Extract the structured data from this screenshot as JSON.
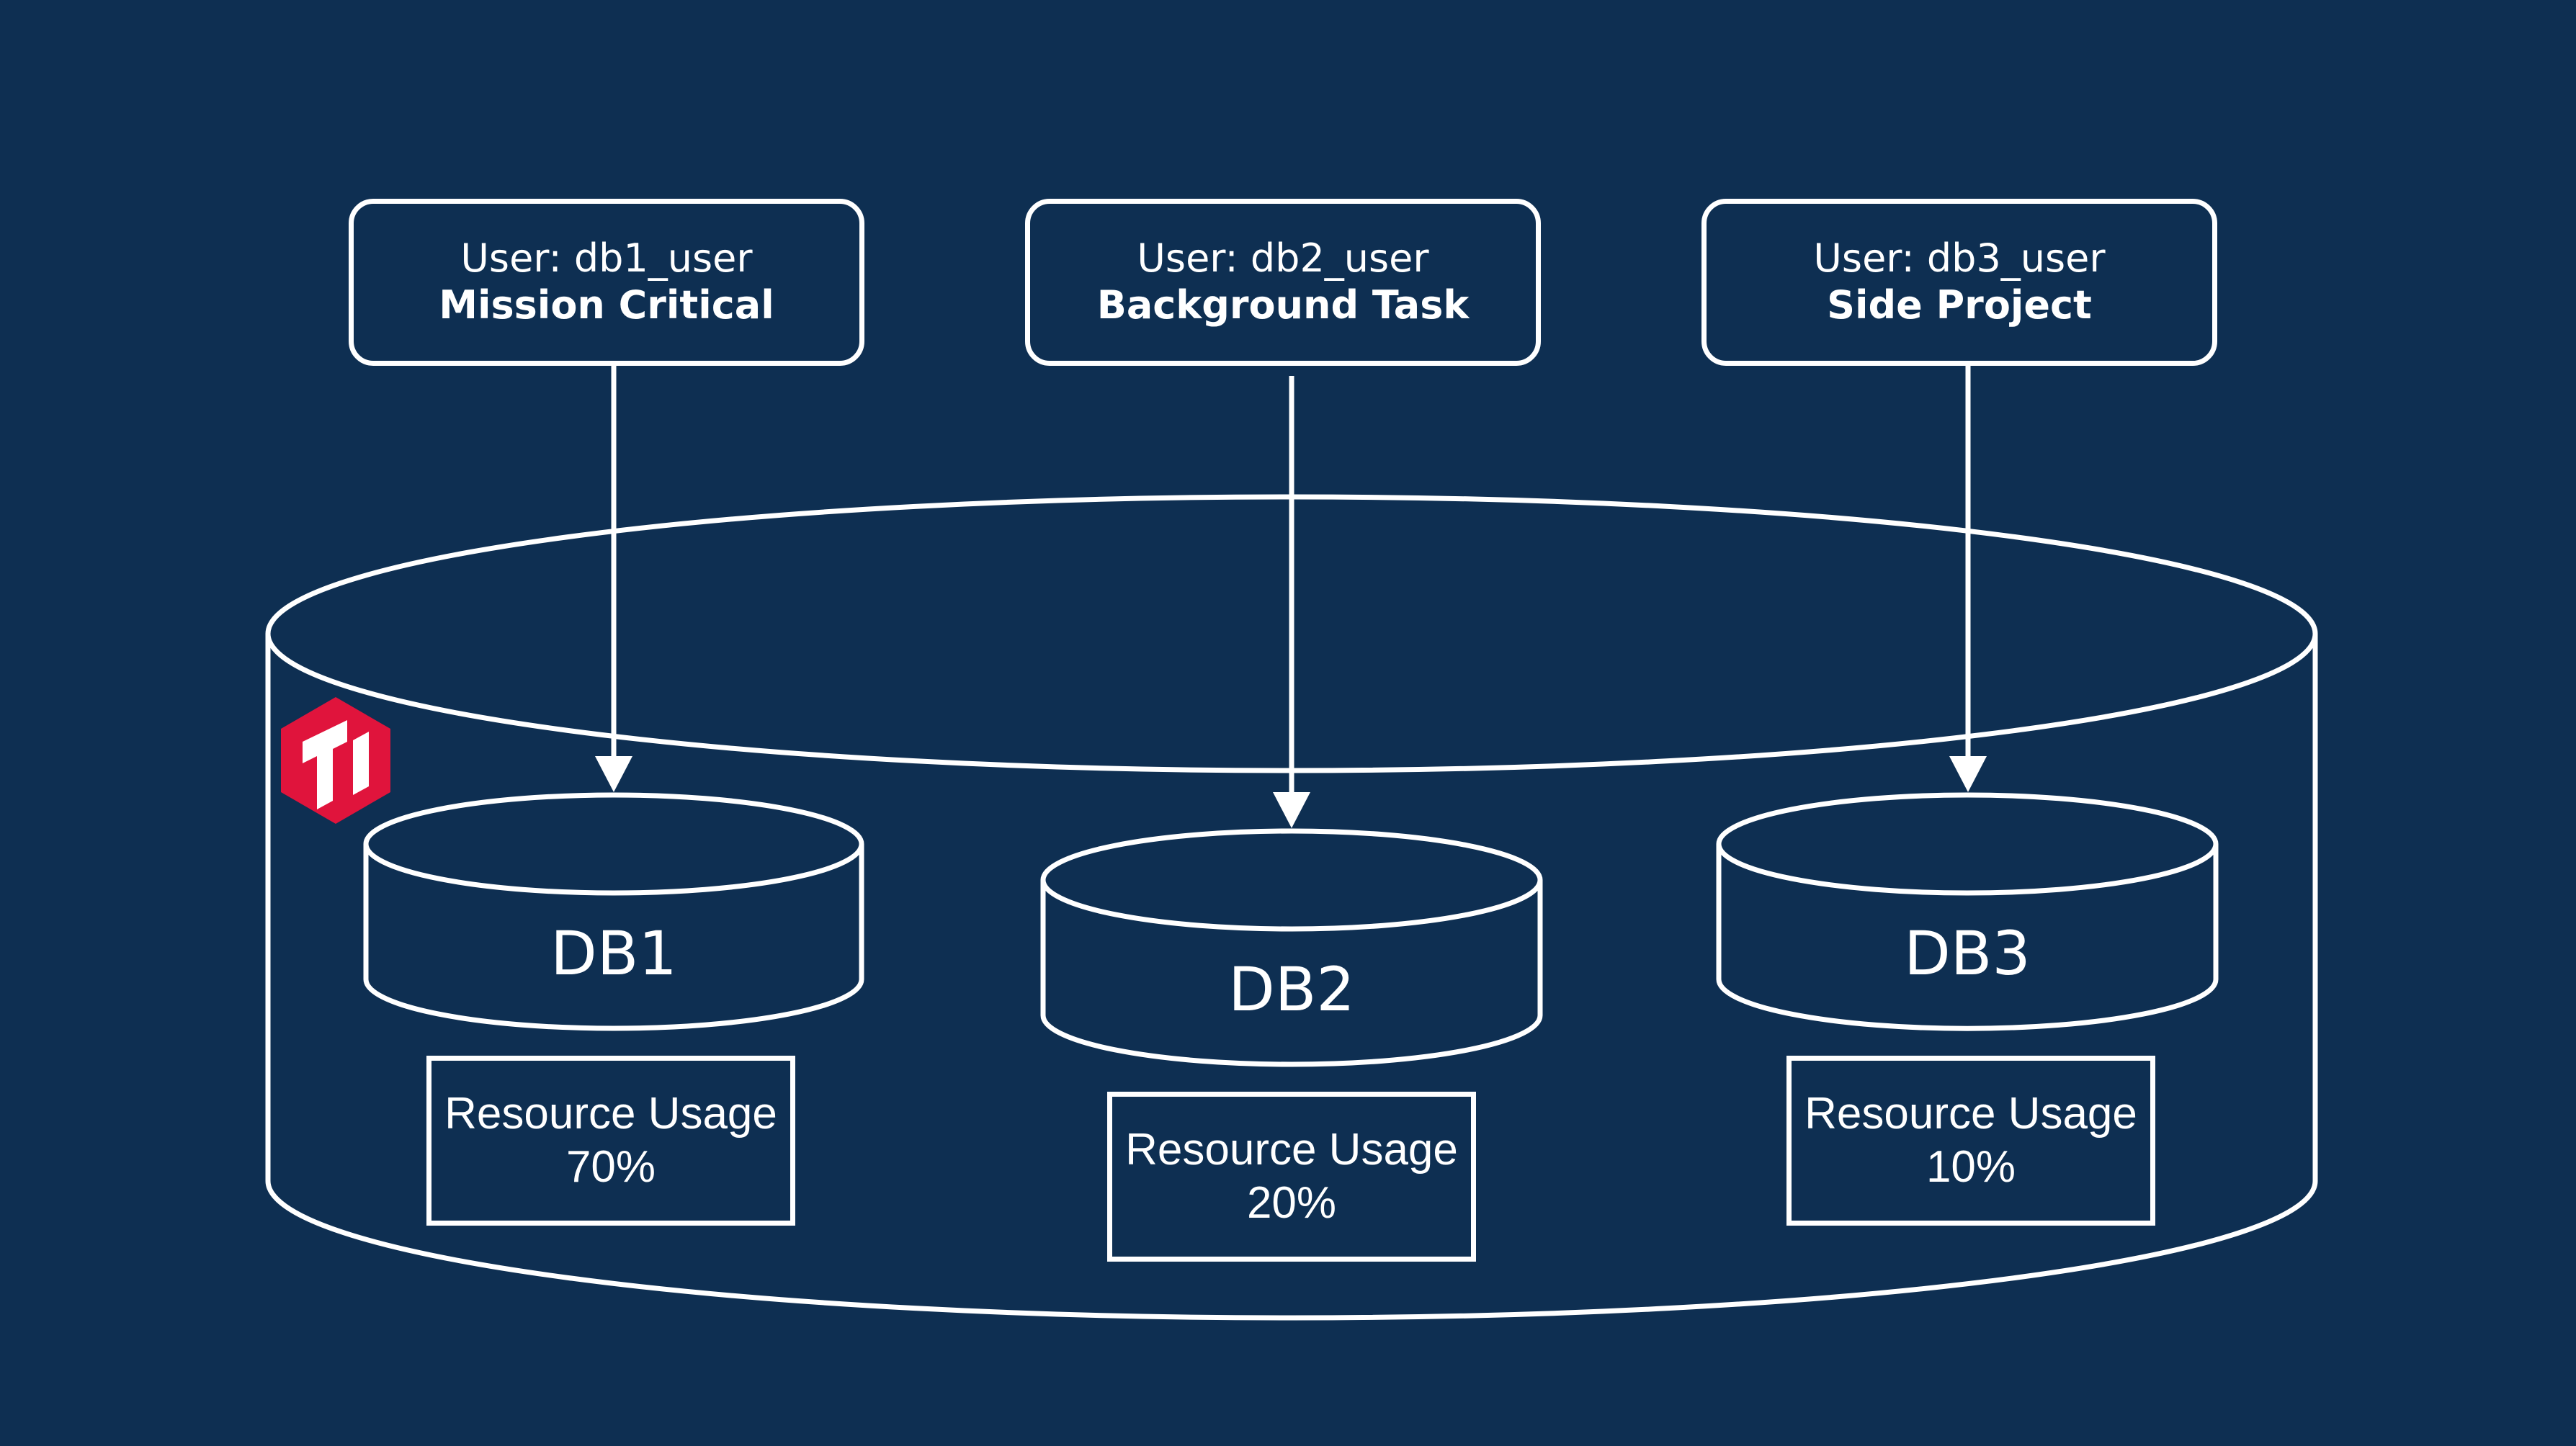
{
  "colors": {
    "background": "#0e2f52",
    "stroke": "#ffffff",
    "logo": "#e0143c"
  },
  "logo": {
    "icon": "tidb-hexagon-logo",
    "text": "Ti"
  },
  "users": [
    {
      "user": "User: db1_user",
      "role": "Mission Critical"
    },
    {
      "user": "User: db2_user",
      "role": "Background Task"
    },
    {
      "user": "User: db3_user",
      "role": "Side Project"
    }
  ],
  "databases": [
    {
      "name": "DB1",
      "usage_label": "Resource Usage",
      "usage_value": "70%"
    },
    {
      "name": "DB2",
      "usage_label": "Resource Usage",
      "usage_value": "20%"
    },
    {
      "name": "DB3",
      "usage_label": "Resource Usage",
      "usage_value": "10%"
    }
  ]
}
